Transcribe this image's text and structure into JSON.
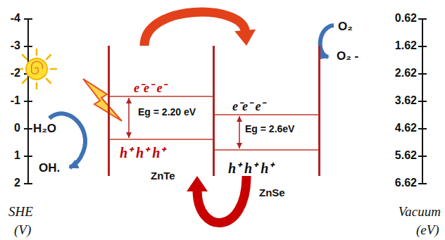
{
  "diagram": {
    "nodes": [
      {
        "text": [
          "e⁻e⁻ e⁻",
          "Eg = 2.20 eV",
          "h⁺ h⁺ h⁺",
          "ZnTe"
        ]
      },
      {
        "text": [
          "e⁻e⁻ e⁻",
          "Eg = 2.6eV",
          "h⁺ h⁺ h⁺",
          "ZnSe"
        ]
      }
    ],
    "edges": [
      {
        "from": 0,
        "to": 1,
        "arrow": "to"
      },
      {
        "from": 1,
        "to": 0,
        "arrow": "to"
      }
    ],
    "labels": [
      "-4",
      "-3",
      "-2",
      "-1",
      "0",
      "1",
      "2",
      "SHE",
      "(V)",
      "H₂O",
      "OH.",
      "O₂",
      "O₂ -",
      "0.62",
      "1.62",
      "2.62",
      "3.62",
      "4.62",
      "5.62",
      "6.62",
      "Vacuum",
      "(eV)"
    ]
  }
}
